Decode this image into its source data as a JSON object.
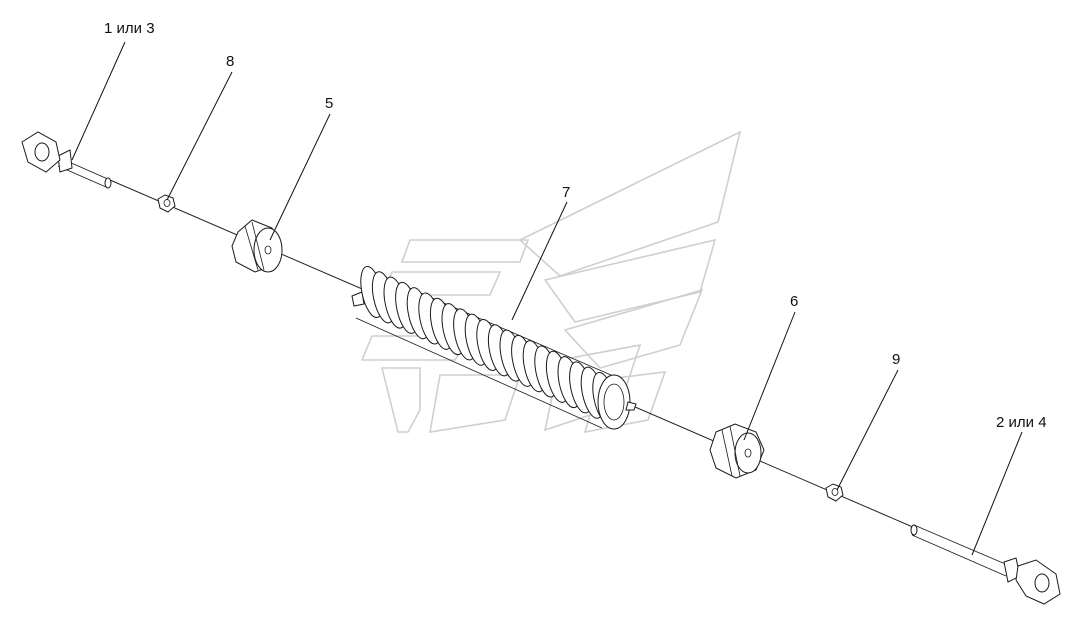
{
  "callouts": [
    {
      "id": "bolt-left",
      "label": "1 или 3"
    },
    {
      "id": "nut-left",
      "label": "8"
    },
    {
      "id": "bushing-left",
      "label": "5"
    },
    {
      "id": "spring",
      "label": "7"
    },
    {
      "id": "bushing-right",
      "label": "6"
    },
    {
      "id": "nut-right",
      "label": "9"
    },
    {
      "id": "bolt-right",
      "label": "2 или 4"
    }
  ]
}
